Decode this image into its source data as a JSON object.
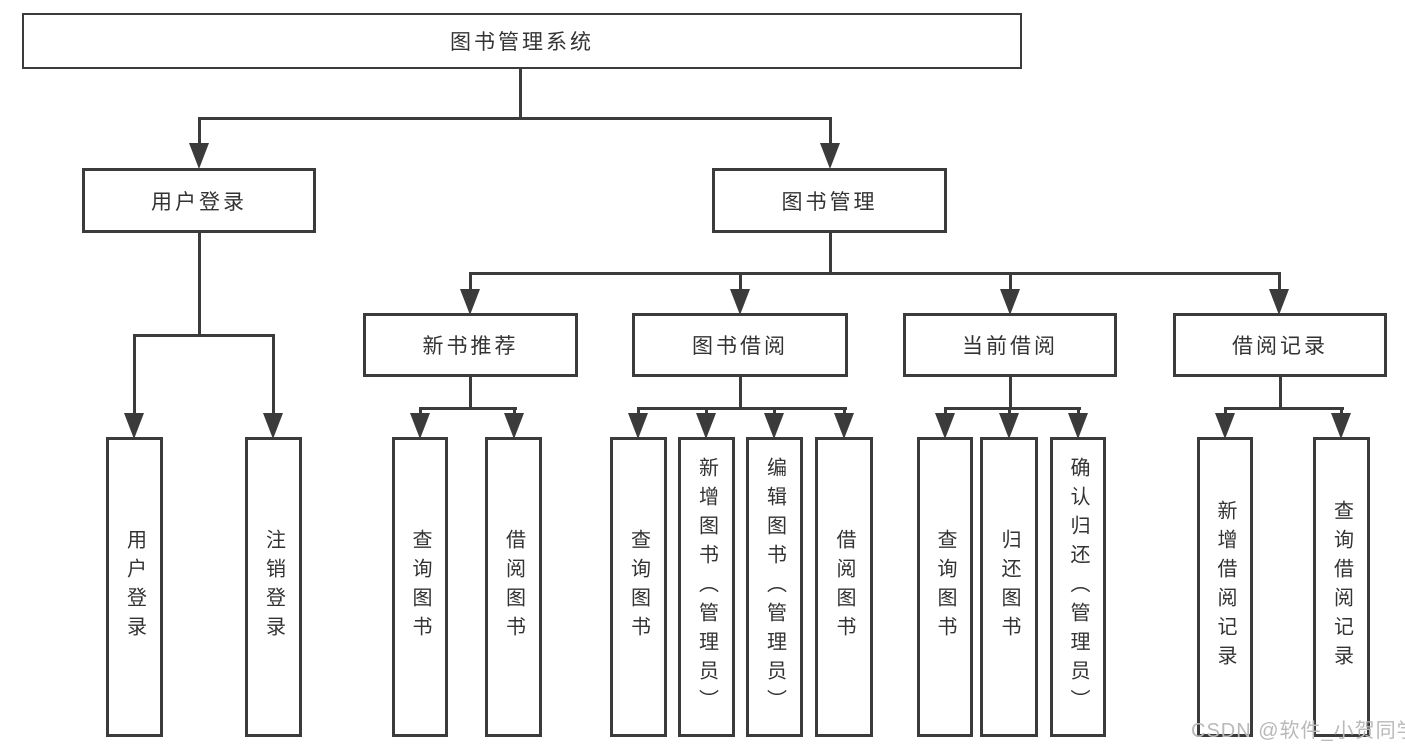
{
  "colors": {
    "line": "#3b3b3b",
    "text": "#333333",
    "watermark": "#b9b9b9",
    "background": "#ffffff"
  },
  "tree": {
    "root": {
      "label": "图书管理系统"
    },
    "branches": [
      {
        "label": "用户登录",
        "children": [
          {
            "label": "用户登录"
          },
          {
            "label": "注销登录"
          }
        ]
      },
      {
        "label": "图书管理",
        "children": [
          {
            "label": "新书推荐",
            "children": [
              {
                "label": "查询图书"
              },
              {
                "label": "借阅图书"
              }
            ]
          },
          {
            "label": "图书借阅",
            "children": [
              {
                "label": "查询图书"
              },
              {
                "label": "新增图书（管理员）"
              },
              {
                "label": "编辑图书（管理员）"
              },
              {
                "label": "借阅图书"
              }
            ]
          },
          {
            "label": "当前借阅",
            "children": [
              {
                "label": "查询图书"
              },
              {
                "label": "归还图书"
              },
              {
                "label": "确认归还（管理员）"
              }
            ]
          },
          {
            "label": "借阅记录",
            "children": [
              {
                "label": "新增借阅记录"
              },
              {
                "label": "查询借阅记录"
              }
            ]
          }
        ]
      }
    ]
  },
  "watermark": {
    "text": "CSDN @软件_小贺同学"
  }
}
